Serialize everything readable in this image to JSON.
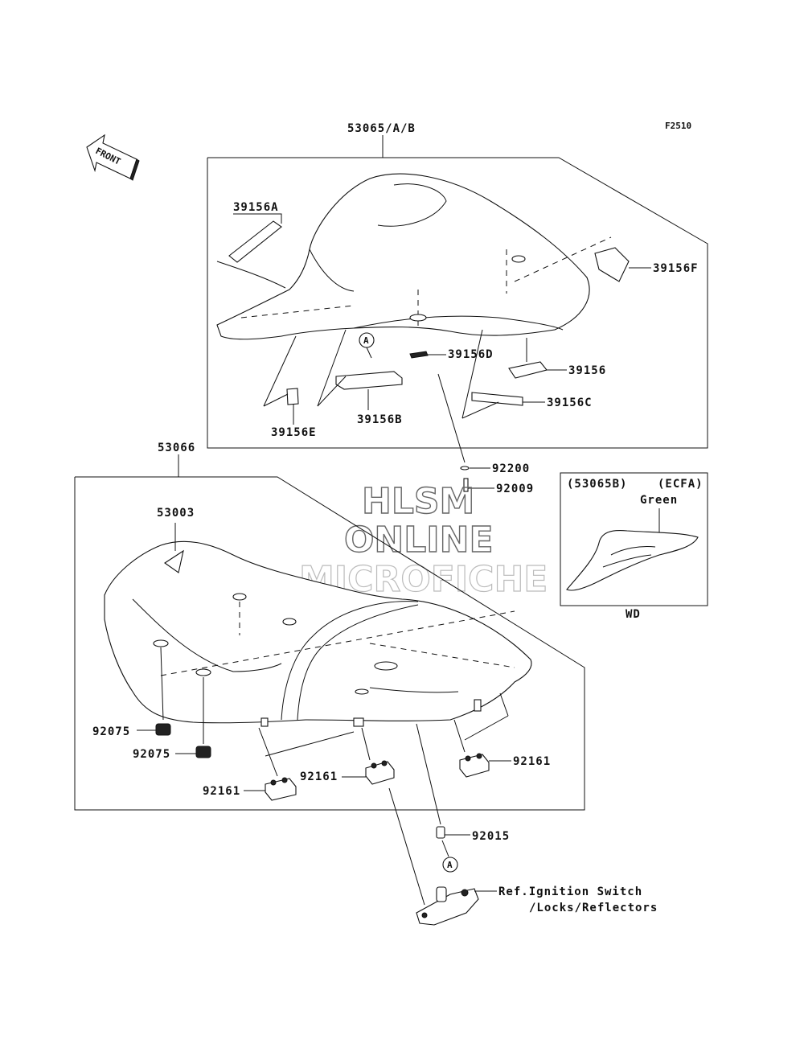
{
  "diagram": {
    "figure_code": "F2510",
    "front_arrow": "FRONT",
    "watermark": [
      "HLSM",
      "ONLINE",
      "MICROFICHE"
    ],
    "circle_ref": "A",
    "upper_assembly": {
      "part_number": "53065/A/B",
      "parts": [
        "39156A",
        "39156F",
        "39156D",
        "39156",
        "39156C",
        "39156B",
        "39156E"
      ]
    },
    "lower_assembly": {
      "part_number": "53066",
      "parts": [
        "53003",
        "92075",
        "92075",
        "92161",
        "92161",
        "92161"
      ]
    },
    "loose_parts": [
      "92200",
      "92009",
      "92015"
    ],
    "inset": {
      "model": "(53065B)",
      "region": "(ECFA)",
      "color": "Green",
      "caption": "WD"
    },
    "reference_line1": "Ref.Ignition Switch",
    "reference_line2": "/Locks/Reflectors"
  }
}
